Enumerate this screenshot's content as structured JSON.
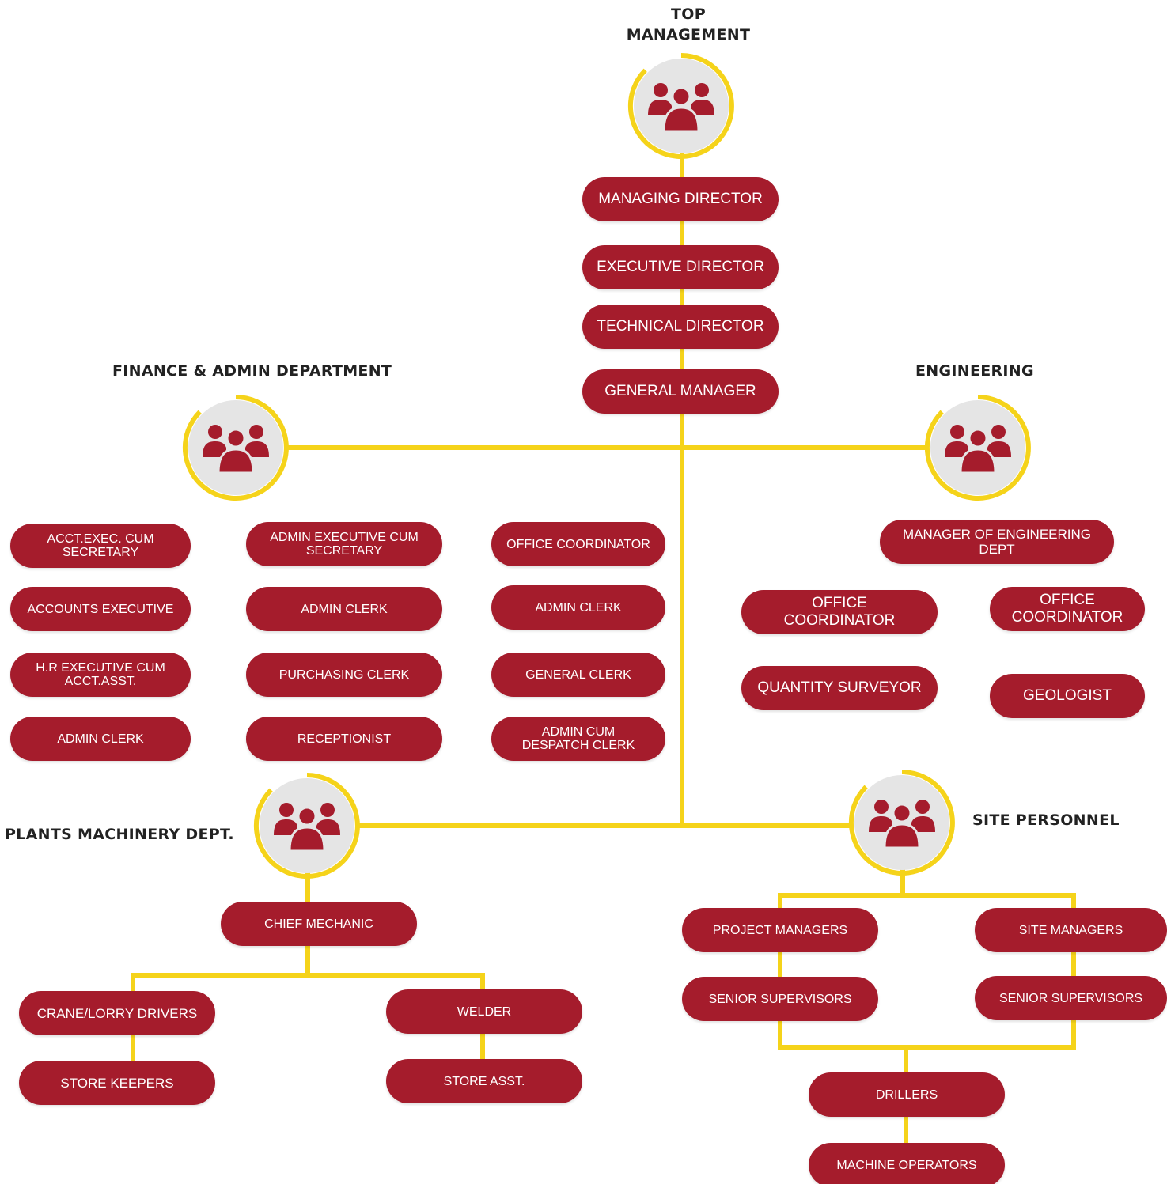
{
  "colors": {
    "pill": "#a51c2c",
    "line": "#f5d31a",
    "icon": "#a51c2c",
    "circle_fill": "#e5e5e5",
    "heading_text": "#222222"
  },
  "icon": "group-of-people-icon",
  "top": {
    "heading_line1": "TOP",
    "heading_line2": "MANAGEMENT",
    "roles": [
      "MANAGING DIRECTOR",
      "EXECUTIVE DIRECTOR",
      "TECHNICAL DIRECTOR",
      "GENERAL MANAGER"
    ]
  },
  "finance": {
    "heading": "FINANCE & ADMIN DEPARTMENT",
    "col1": [
      [
        "ACCT.EXEC. CUM",
        "SECRETARY"
      ],
      [
        "ACCOUNTS EXECUTIVE"
      ],
      [
        "H.R EXECUTIVE CUM",
        "ACCT.ASST."
      ],
      [
        "ADMIN CLERK"
      ]
    ],
    "col2": [
      [
        "ADMIN EXECUTIVE CUM",
        "SECRETARY"
      ],
      [
        "ADMIN CLERK"
      ],
      [
        "PURCHASING CLERK"
      ],
      [
        "RECEPTIONIST"
      ]
    ],
    "col3": [
      [
        "OFFICE COORDINATOR"
      ],
      [
        "ADMIN CLERK"
      ],
      [
        "GENERAL CLERK"
      ],
      [
        "ADMIN CUM",
        "DESPATCH CLERK"
      ]
    ]
  },
  "engineering": {
    "heading": "ENGINEERING",
    "manager": [
      "MANAGER OF ENGINEERING",
      "DEPT"
    ],
    "left": [
      [
        "OFFICE",
        "COORDINATOR"
      ],
      [
        "QUANTITY SURVEYOR"
      ]
    ],
    "right": [
      [
        "OFFICE",
        "COORDINATOR"
      ],
      [
        "GEOLOGIST"
      ]
    ]
  },
  "plants": {
    "heading": "PLANTS MACHINERY DEPT.",
    "chief": "CHIEF MECHANIC",
    "left": [
      "CRANE/LORRY DRIVERS",
      "STORE KEEPERS"
    ],
    "right": [
      "WELDER",
      "STORE ASST."
    ]
  },
  "site": {
    "heading": "SITE PERSONNEL",
    "left": [
      "PROJECT MANAGERS",
      "SENIOR  SUPERVISORS"
    ],
    "right": [
      "SITE MANAGERS",
      "SENIOR  SUPERVISORS"
    ],
    "bottom": [
      "DRILLERS",
      "MACHINE OPERATORS"
    ]
  }
}
